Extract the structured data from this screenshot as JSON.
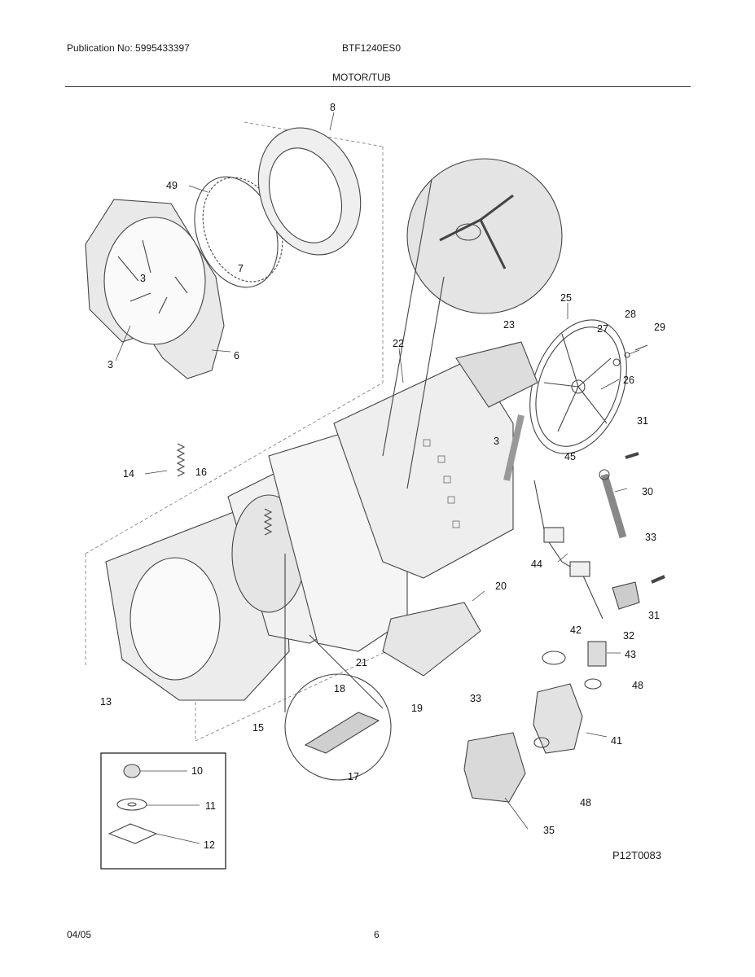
{
  "header": {
    "publication": "Publication No: 5995433397",
    "model": "BTF1240ES0",
    "section": "MOTOR/TUB"
  },
  "footer": {
    "date": "04/05",
    "page": "6"
  },
  "drawing_id": "P12T0083",
  "callouts": [
    "8",
    "49",
    "7",
    "3",
    "3",
    "6",
    "22",
    "23",
    "25",
    "28",
    "27",
    "29",
    "26",
    "3",
    "31",
    "14",
    "16",
    "45",
    "30",
    "33",
    "44",
    "32",
    "31",
    "20",
    "42",
    "43",
    "48",
    "21",
    "13",
    "15",
    "18",
    "19",
    "33",
    "41",
    "17",
    "35",
    "48",
    "10",
    "11",
    "12"
  ]
}
